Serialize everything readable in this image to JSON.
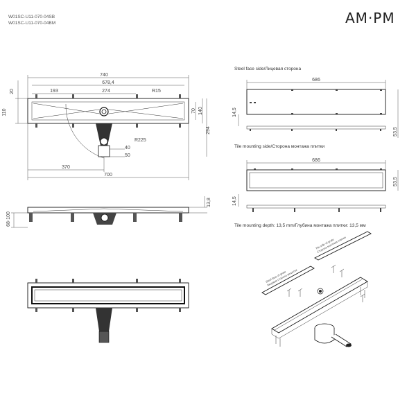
{
  "product_codes": [
    "W01SC-U11-070-04SB",
    "W01SC-U11-070-04BM"
  ],
  "brand": "AM·PM",
  "captions": {
    "steel_face": "Steel face side/Лицевая сторона",
    "tile_side": "Tile mounting side/Сторона монтажа плитки",
    "tile_depth": "Tile mounting depth: 13,5 mm/Глубина монтажа плитки: 13,5 мм"
  },
  "plan_dims": {
    "overall": "740",
    "inner": "678,4",
    "left_part": "193",
    "mid_part": "274",
    "radius_small": "R15",
    "top_offset": "20",
    "height_total": "110",
    "height_inner": "70",
    "height_140": "140",
    "depth_294": "294",
    "radius_large": "R225",
    "d40": "40",
    "d50": "50",
    "half_370": "370",
    "length_700": "700"
  },
  "side_dims": {
    "height_range": "68-100",
    "thickness": "13,8"
  },
  "grate_dims": {
    "steel_length": "686",
    "steel_thickness": "14,5",
    "steel_height": "53,5",
    "tile_length": "686",
    "tile_height": "53,5",
    "tile_thickness": "14,5"
  },
  "iso_labels": {
    "steel_face": "Steel face of grate",
    "steel_face_ru": "Лицевая сторона решетки",
    "tile_side": "Tile side of grate",
    "tile_side_ru": "Сторона монтажа плитки"
  }
}
